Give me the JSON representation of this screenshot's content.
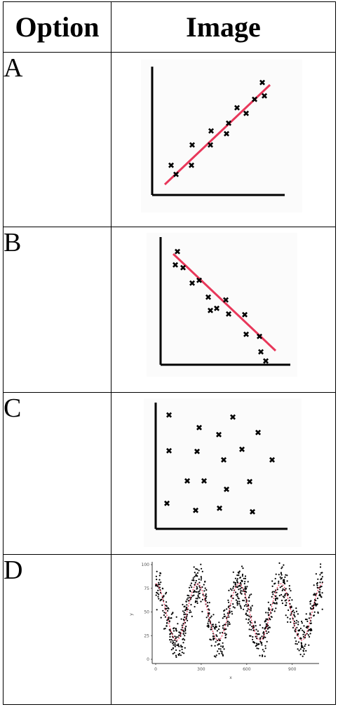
{
  "table": {
    "headers": {
      "option": "Option",
      "image": "Image"
    },
    "rows": [
      {
        "label": "A",
        "plot": "positive-linear-scatter-with-red-trend-line"
      },
      {
        "label": "B",
        "plot": "negative-linear-scatter-with-red-trend-line"
      },
      {
        "label": "C",
        "plot": "random-scatter-no-trend"
      },
      {
        "label": "D",
        "plot": "sinusoidal-scatter-with-red-dashed-trend"
      }
    ]
  },
  "plot_d": {
    "y_ticks": [
      "0",
      "25",
      "50",
      "75",
      "100"
    ],
    "x_ticks": [
      "0",
      "300",
      "600",
      "900"
    ],
    "xlabel": "x",
    "ylabel": "y"
  },
  "colors": {
    "trend_line": "#e8375a",
    "marker": "#000000",
    "border": "#000000"
  }
}
